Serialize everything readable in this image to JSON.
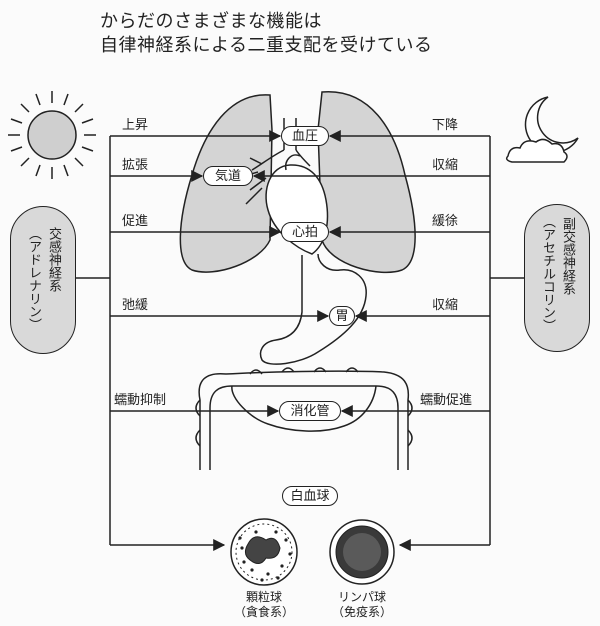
{
  "title": {
    "line1": "からだのさまざまな機能は",
    "line2": "自律神経系による二重支配を受けている"
  },
  "sympathetic": {
    "name": "交感神経系",
    "transmitter": "（アドレナリン）",
    "icon": "sun-icon"
  },
  "parasympathetic": {
    "name": "副交感神経系",
    "transmitter": "（アセチルコリン）",
    "icon": "moon-icon"
  },
  "organs": {
    "blood_pressure": "血圧",
    "airway": "気道",
    "heartbeat": "心拍",
    "stomach": "胃",
    "digestive_tract": "消化管",
    "white_blood_cells": "白血球"
  },
  "effects": {
    "sympathetic": {
      "blood_pressure": "上昇",
      "airway": "拡張",
      "heartbeat": "促進",
      "stomach": "弛緩",
      "digestive_tract": "蠕動抑制"
    },
    "parasympathetic": {
      "blood_pressure": "下降",
      "airway": "収縮",
      "heartbeat": "緩徐",
      "stomach": "収縮",
      "digestive_tract": "蠕動促進"
    }
  },
  "cells": {
    "granulocyte": {
      "name": "顆粒球",
      "type": "（貪食系）"
    },
    "lymphocyte": {
      "name": "リンパ球",
      "type": "（免疫系）"
    }
  },
  "colors": {
    "line": "#222222",
    "lung_fill": "#d4d4d4",
    "box_fill": "#d9d9d9",
    "background": "#fbfbfb"
  }
}
